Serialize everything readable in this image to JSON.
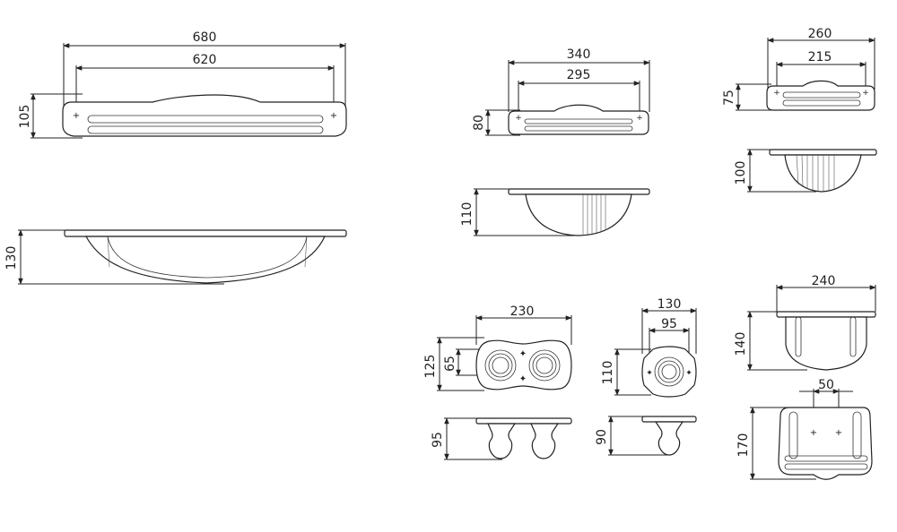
{
  "colors": {
    "line": "#222222",
    "background": "#ffffff"
  },
  "dimensions": {
    "shelf_large": {
      "outer_width": "680",
      "inner_width": "620",
      "depth": "105",
      "height": "130"
    },
    "shelf_medium": {
      "outer_width": "340",
      "inner_width": "295",
      "depth": "80",
      "height": "110"
    },
    "shelf_small": {
      "outer_width": "260",
      "inner_width": "215",
      "depth": "75",
      "height": "100"
    },
    "double_holder": {
      "width": "230",
      "depth": "125",
      "hole_spacing": "65",
      "height": "95"
    },
    "single_holder": {
      "width": "130",
      "inner_width": "95",
      "depth": "110",
      "height": "90"
    },
    "corner_shelf": {
      "width": "240",
      "height": "140",
      "mount_spacing": "50",
      "depth": "170"
    }
  }
}
